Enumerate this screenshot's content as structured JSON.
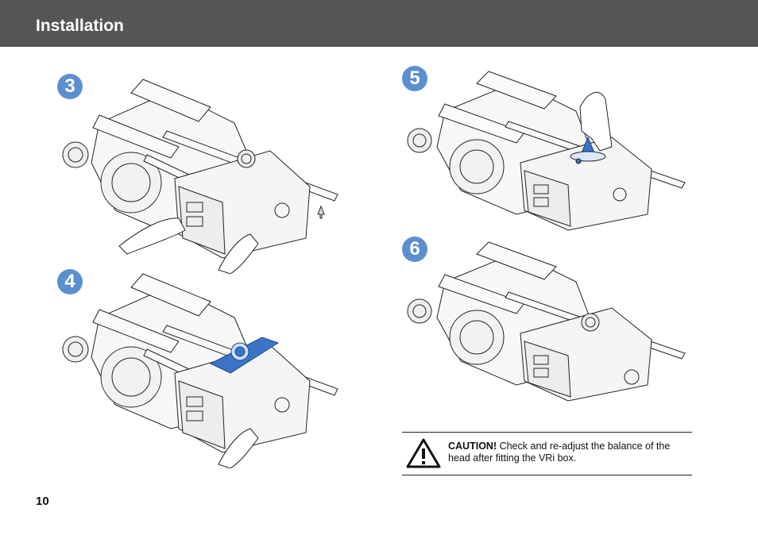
{
  "header": {
    "title": "Installation"
  },
  "steps": [
    {
      "number": "3",
      "caption": ""
    },
    {
      "number": "4",
      "caption": ""
    },
    {
      "number": "5",
      "caption": ""
    },
    {
      "number": "6",
      "caption": ""
    }
  ],
  "caution": {
    "label": "CAUTION!",
    "text": " Check and re-adjust the balance of the head after fitting the VRi box.",
    "icon": "warning-triangle-icon"
  },
  "page_number": "10",
  "colors": {
    "header_bg": "#555555",
    "badge": "#5b8fd0",
    "highlight": "#3b74c6"
  }
}
